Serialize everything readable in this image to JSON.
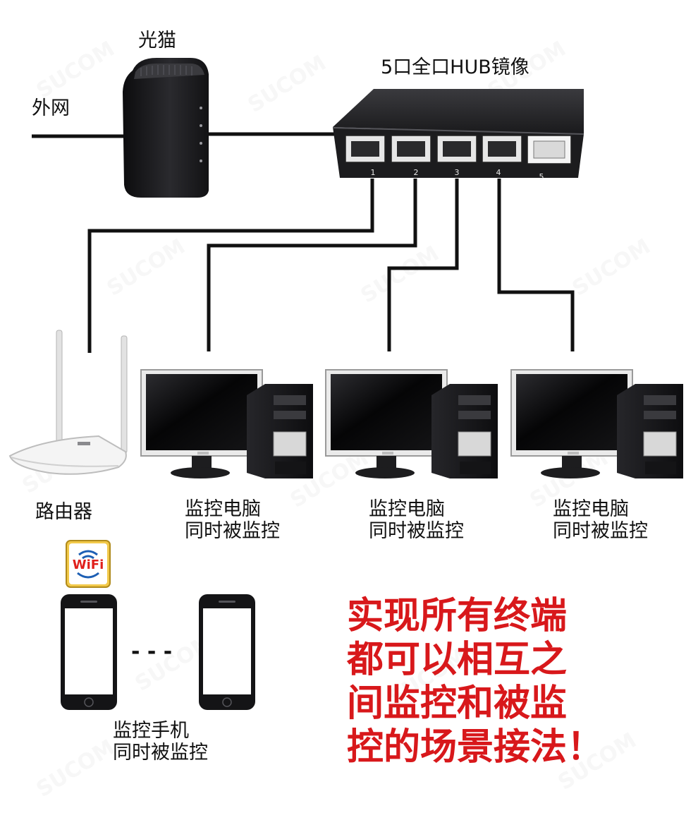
{
  "labels": {
    "wan": "外网",
    "modem": "光猫",
    "hub": "5口全口HUB镜像",
    "router": "路由器",
    "pc_line1": "监控电脑",
    "pc_line2": "同时被监控",
    "phone_line1": "监控手机",
    "phone_line2": "同时被监控",
    "dashes": "- - -"
  },
  "port_numbers": [
    "1",
    "2",
    "3",
    "4",
    "5"
  ],
  "wifi_badge": "WiFi",
  "caption_lines": [
    "实现所有终端",
    "都可以相互之",
    "间监控和被监",
    "控的场景接法！"
  ],
  "colors": {
    "cable": "#111111",
    "device_dark": "#1b1b1d",
    "caption": "#d8181b",
    "watermark": "#c8c8c8"
  },
  "icons": [
    "modem-icon",
    "hub-icon",
    "router-icon",
    "computer-icon",
    "wifi-icon",
    "smartphone-icon"
  ]
}
